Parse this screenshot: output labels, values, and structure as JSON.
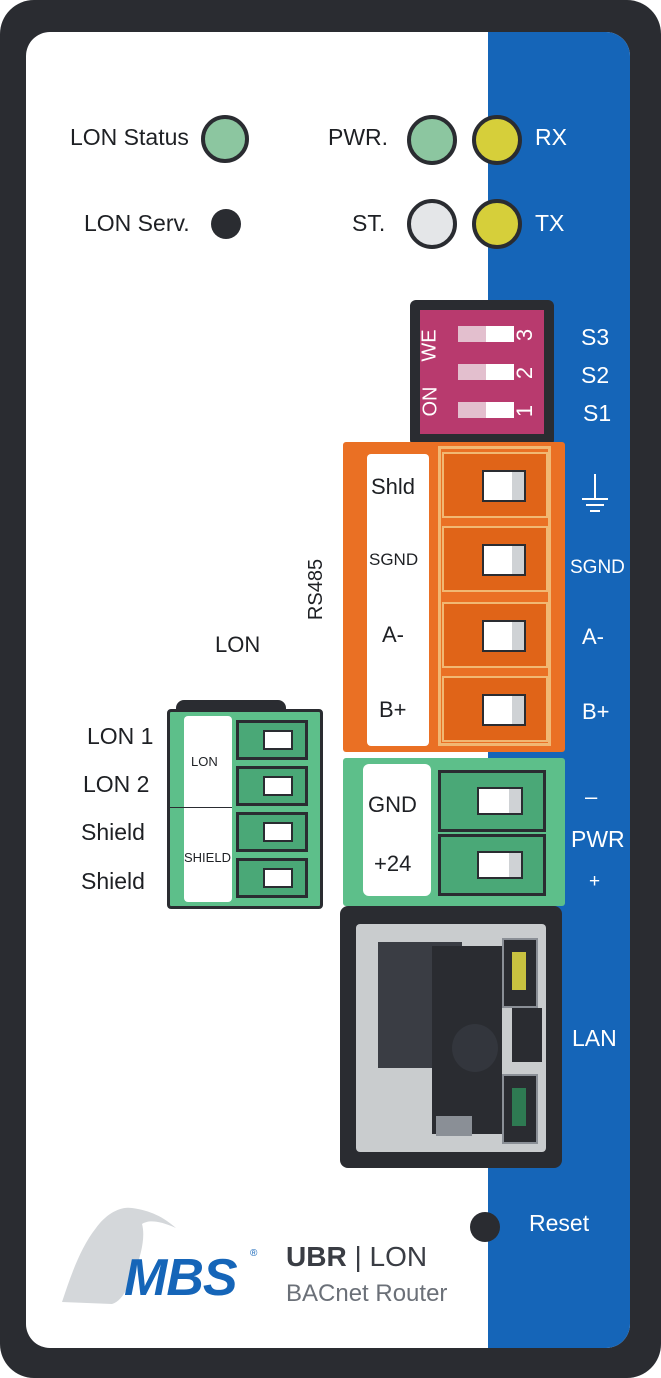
{
  "leds": {
    "lon_status": "LON Status",
    "lon_serv": "LON Serv.",
    "pwr": "PWR.",
    "st": "ST.",
    "rx": "RX",
    "tx": "TX"
  },
  "dip": {
    "on_label": "ON",
    "we_label": "WE",
    "numbers": [
      "1",
      "2",
      "3"
    ],
    "switch_labels": [
      "S3",
      "S2",
      "S1"
    ]
  },
  "rs485": {
    "title": "RS485",
    "inner_labels": [
      "Shld",
      "SGND",
      "A-",
      "B+"
    ],
    "outer_labels": [
      "SGND",
      "A-",
      "B+"
    ]
  },
  "power": {
    "inner_labels": [
      "GND",
      "+24"
    ],
    "minus": "–",
    "label": "PWR",
    "plus": "+"
  },
  "lon": {
    "title": "LON",
    "pins": [
      "LON 1",
      "LON 2",
      "Shield",
      "Shield"
    ],
    "inner_labels": [
      "LON",
      "SHIELD"
    ]
  },
  "lan": {
    "label": "LAN"
  },
  "reset": {
    "label": "Reset"
  },
  "brand": {
    "logo": "MBS",
    "product_bold": "UBR",
    "product_sep": "|",
    "product_rest": "LON",
    "subtitle": "BACnet Router"
  },
  "colors": {
    "frame": "#2a2c31",
    "blue_strip": "#1565b8",
    "led_green": "#8cc6a0",
    "led_yellow": "#d6cf3a",
    "led_white": "#e4e6e8",
    "dip_magenta": "#b83a6e",
    "rs485_orange": "#ea7024",
    "terminal_green": "#5dbf8a",
    "logo_blue": "#1565b8"
  }
}
